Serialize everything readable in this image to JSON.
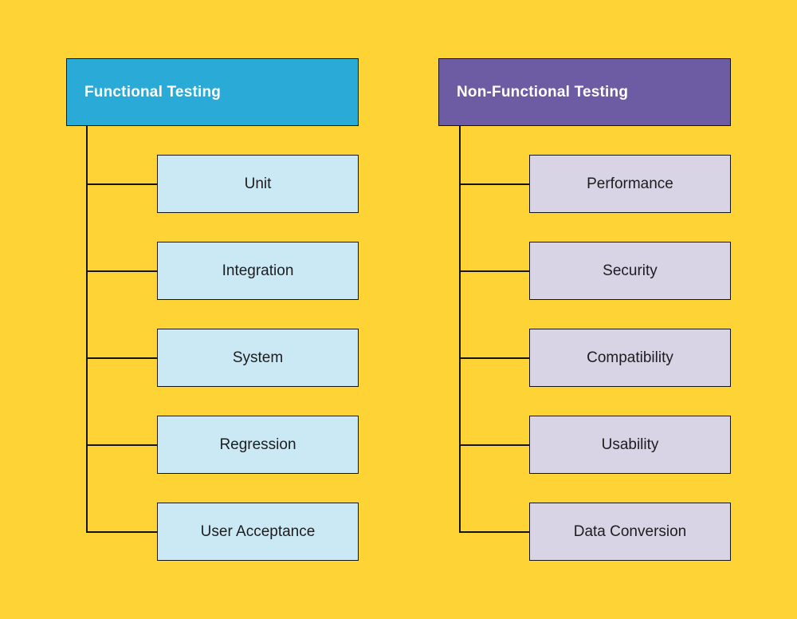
{
  "diagram": {
    "functional": {
      "title": "Functional Testing",
      "items": [
        "Unit",
        "Integration",
        "System",
        "Regression",
        "User Acceptance"
      ]
    },
    "non_functional": {
      "title": "Non-Functional Testing",
      "items": [
        "Performance",
        "Security",
        "Compatibility",
        "Usability",
        "Data Conversion"
      ]
    }
  },
  "colors": {
    "background": "#FDD336",
    "functional_header": "#29AAD7",
    "functional_item": "#CBE9F5",
    "non_functional_header": "#6D5CA4",
    "non_functional_item": "#D8D4E5",
    "connector": "#141414",
    "header_text": "#FFFFFF",
    "item_text": "#1D1D1F"
  }
}
